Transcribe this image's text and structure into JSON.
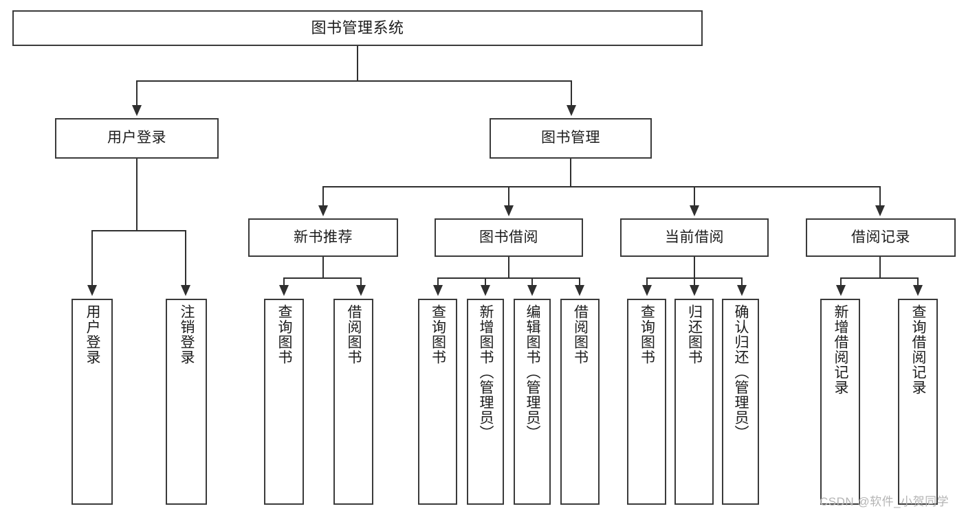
{
  "diagram": {
    "title": "图书管理系统",
    "type": "hierarchy-tree",
    "nodes": {
      "root": {
        "label": "图书管理系统"
      },
      "level2": [
        {
          "id": "user-login",
          "label": "用户登录"
        },
        {
          "id": "book-management",
          "label": "图书管理"
        }
      ],
      "level3": [
        {
          "id": "new-book-recommend",
          "label": "新书推荐"
        },
        {
          "id": "book-borrow",
          "label": "图书借阅"
        },
        {
          "id": "current-borrow",
          "label": "当前借阅"
        },
        {
          "id": "borrow-record",
          "label": "借阅记录"
        }
      ],
      "leaves": {
        "user_login": [
          {
            "id": "leaf-user-login",
            "label": "用户登录"
          },
          {
            "id": "leaf-logout-login",
            "label": "注销登录"
          }
        ],
        "new_book_recommend": [
          {
            "id": "leaf-query-book-1",
            "label": "查询图书"
          },
          {
            "id": "leaf-borrow-book-1",
            "label": "借阅图书"
          }
        ],
        "book_borrow": [
          {
            "id": "leaf-query-book-2",
            "label": "查询图书"
          },
          {
            "id": "leaf-add-book",
            "label": "新增图书（管理员）"
          },
          {
            "id": "leaf-edit-book",
            "label": "编辑图书（管理员）"
          },
          {
            "id": "leaf-borrow-book-2",
            "label": "借阅图书"
          }
        ],
        "current_borrow": [
          {
            "id": "leaf-query-book-3",
            "label": "查询图书"
          },
          {
            "id": "leaf-return-book",
            "label": "归还图书"
          },
          {
            "id": "leaf-confirm-return",
            "label": "确认归还（管理员）"
          }
        ],
        "borrow_record": [
          {
            "id": "leaf-add-record",
            "label": "新增借阅记录"
          },
          {
            "id": "leaf-query-record",
            "label": "查询借阅记录"
          }
        ]
      }
    },
    "colors": {
      "border": "#3a3a3a",
      "connector": "#2f2f2f",
      "background": "#ffffff",
      "text": "#1c1c1c",
      "watermark": "#b4b4b4"
    }
  },
  "watermark": {
    "text": "CSDN @软件_小贺同学"
  }
}
